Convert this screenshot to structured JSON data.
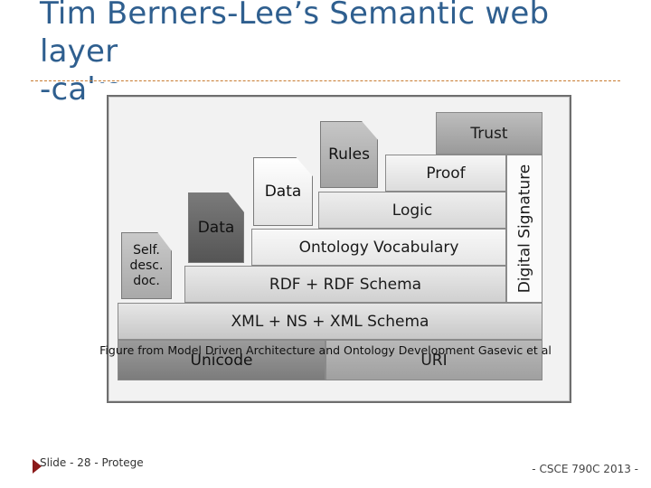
{
  "slide": {
    "title_line1": "Tim Berners-Lee’s Semantic web layer",
    "title_line2": "-cake",
    "caption": "Figure from Model Driven Architecture and Ontology Development Gasevic et al",
    "footer_left": "Slide - 28 - Protege",
    "footer_right": "- CSCE 790C 2013 -"
  },
  "diagram": {
    "layers": {
      "unicode": "Unicode",
      "uri": "URI",
      "xml": "XML + NS + XML Schema",
      "rdf": "RDF + RDF Schema",
      "ontology": "Ontology Vocabulary",
      "logic": "Logic",
      "proof": "Proof",
      "trust": "Trust",
      "digital_signature": "Digital Signature"
    },
    "documents": {
      "self_desc": "Self.\ndesc.\ndoc.",
      "data_dark": "Data",
      "data_light": "Data",
      "rules": "Rules"
    }
  }
}
